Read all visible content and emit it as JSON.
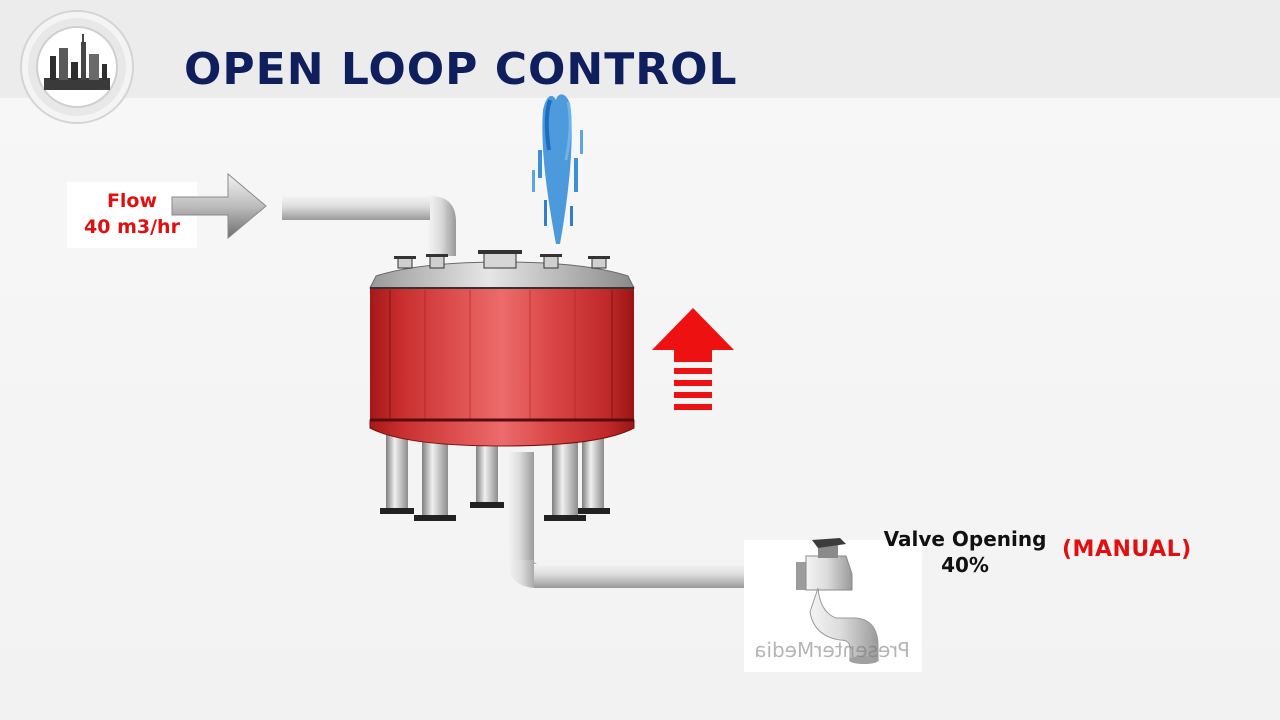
{
  "title": "OPEN LOOP CONTROL",
  "inlet": {
    "flow_label": "Flow",
    "flow_value": "40 m3/hr"
  },
  "outlet": {
    "valve_label": "Valve Opening",
    "valve_value": "40%",
    "mode": "(MANUAL)"
  },
  "watermark": "PresenterMedia",
  "level_trend": "rising",
  "icons": {
    "logo": "refinery-logo-icon",
    "inlet_arrow": "arrow-right-icon",
    "level_arrow": "arrow-up-icon",
    "overflow": "water-overflow-icon",
    "valve": "faucet-valve-icon"
  },
  "colors": {
    "title": "#0f1f5e",
    "accent_red": "#e01010",
    "tank_red": "#d64040",
    "pipe_gray": "#c8c8c8"
  }
}
